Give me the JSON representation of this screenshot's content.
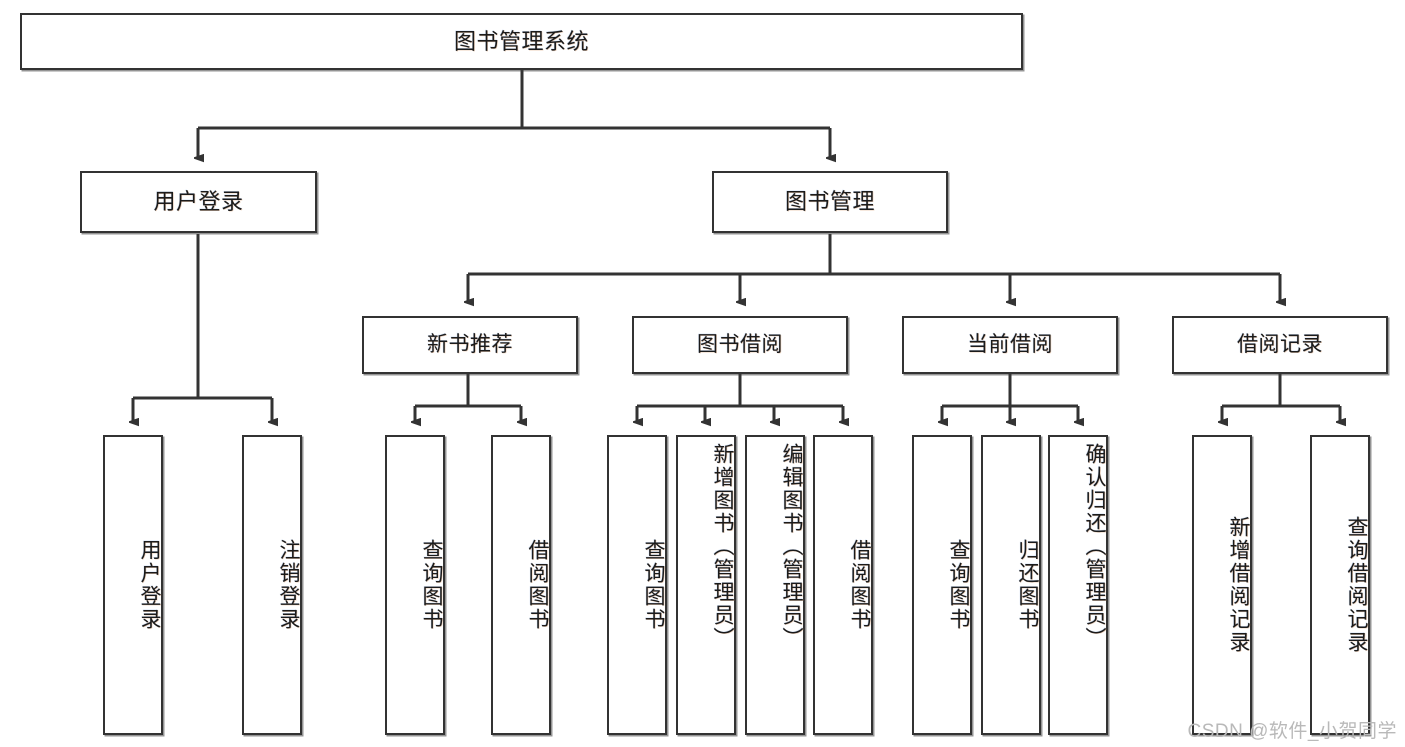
{
  "diagram": {
    "type": "tree-hierarchy",
    "title": "图书管理系统",
    "orientation": "top-down",
    "colors": {
      "box_border": "#333333",
      "box_fill": "#ffffff",
      "connector": "#333333",
      "text": "#1b1b1b",
      "watermark": "#b9b9b9",
      "background": "#ffffff"
    },
    "root": {
      "label": "图书管理系统"
    },
    "level2": [
      {
        "label": "用户登录"
      },
      {
        "label": "图书管理"
      }
    ],
    "level3": [
      {
        "label": "新书推荐"
      },
      {
        "label": "图书借阅"
      },
      {
        "label": "当前借阅"
      },
      {
        "label": "借阅记录"
      }
    ],
    "leaves": {
      "user_login": [
        {
          "label": "用户登录"
        },
        {
          "label": "注销登录"
        }
      ],
      "new_book_recommend": [
        {
          "label": "查询图书"
        },
        {
          "label": "借阅图书"
        }
      ],
      "book_borrow": [
        {
          "label": "查询图书"
        },
        {
          "label": "新增图书（管理员）"
        },
        {
          "label": "编辑图书（管理员）"
        },
        {
          "label": "借阅图书"
        }
      ],
      "current_borrow": [
        {
          "label": "查询图书"
        },
        {
          "label": "归还图书"
        },
        {
          "label": "确认归还（管理员）"
        }
      ],
      "borrow_record": [
        {
          "label": "新增借阅记录"
        },
        {
          "label": "查询借阅记录"
        }
      ]
    },
    "watermark": "CSDN @软件_小贺同学"
  }
}
